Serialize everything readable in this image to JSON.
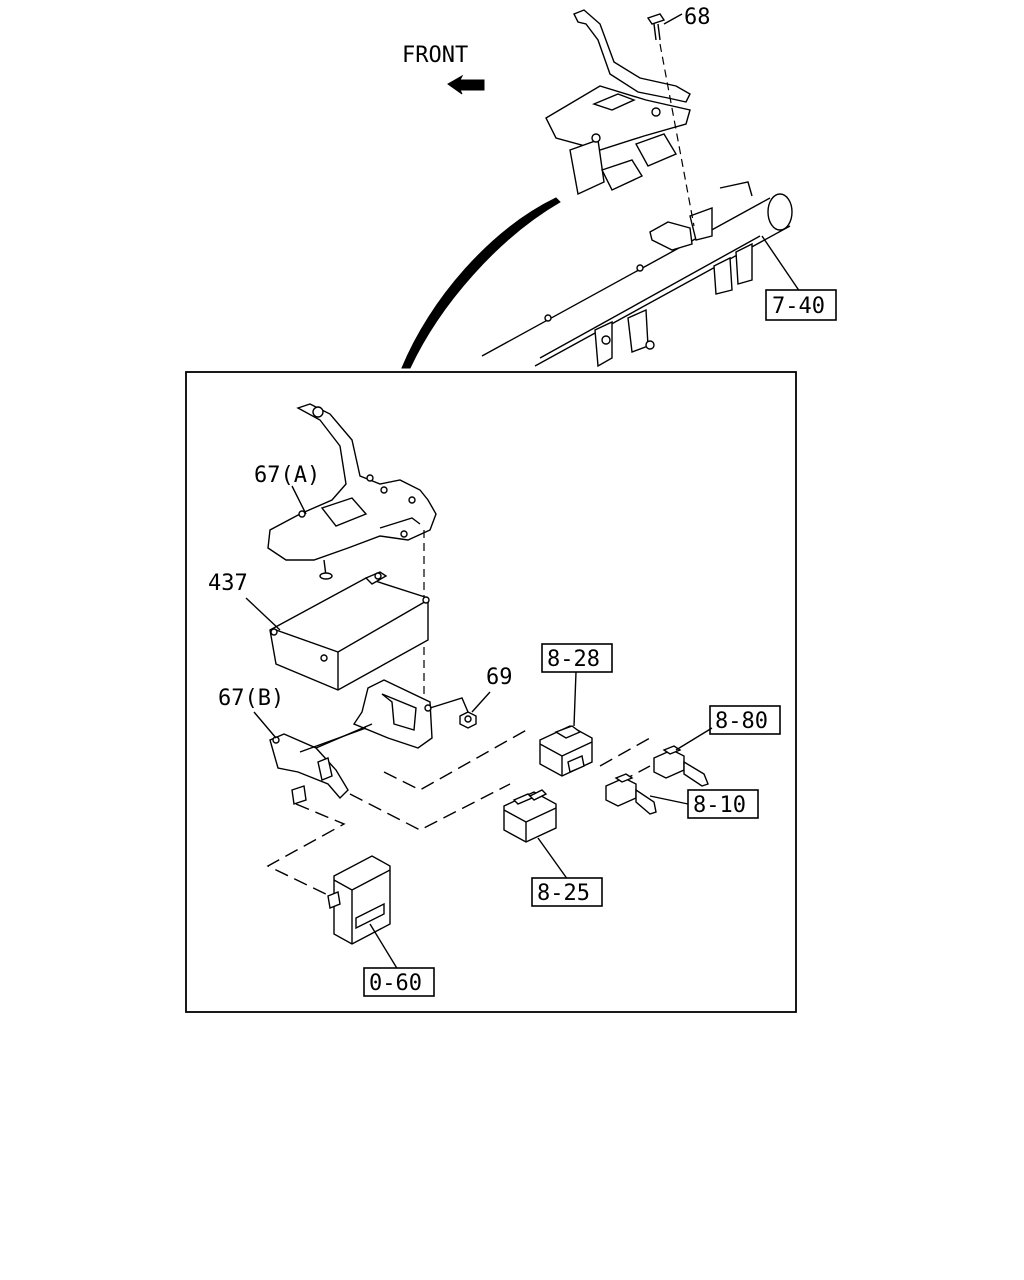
{
  "labels": {
    "front": "FRONT",
    "bolt": "68",
    "bracket_a": "67(A)",
    "control_unit": "437",
    "nut": "69",
    "bracket_b": "67(B)"
  },
  "references": {
    "frame": "7-40",
    "connector_828": "8-28",
    "connector_880": "8-80",
    "connector_810": "8-10",
    "relay_825": "8-25",
    "module_060": "0-60"
  }
}
